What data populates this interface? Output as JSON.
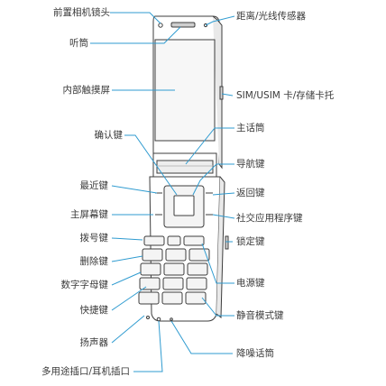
{
  "diagram": {
    "colors": {
      "leader": "#2f9bd0",
      "outline": "#3c3c3c",
      "key_fill": "#f4f4f4",
      "screen_fill": "#f7f7f7"
    },
    "labels_left": {
      "front_camera": "前置相机镜头",
      "earpiece": "听筒",
      "inner_touchscreen": "内部触摸屏",
      "confirm_key": "确认键",
      "recent_key": "最近键",
      "home_key": "主屏幕键",
      "dial_key": "拨号键",
      "delete_key": "删除键",
      "alnum_key": "数字字母键",
      "shortcut_key": "快捷键",
      "speaker": "扬声器",
      "multi_jack": "多用途插口/耳机插口"
    },
    "labels_right": {
      "proximity_sensor": "距离/光线传感器",
      "sim_tray": "SIM/USIM 卡/存储卡托",
      "main_mic": "主话筒",
      "nav_key": "导航键",
      "back_key": "返回键",
      "social_key": "社交应用程序键",
      "lock_key": "锁定键",
      "power_key": "电源键",
      "silent_key": "静音模式键",
      "noise_mic": "降噪话筒"
    }
  }
}
